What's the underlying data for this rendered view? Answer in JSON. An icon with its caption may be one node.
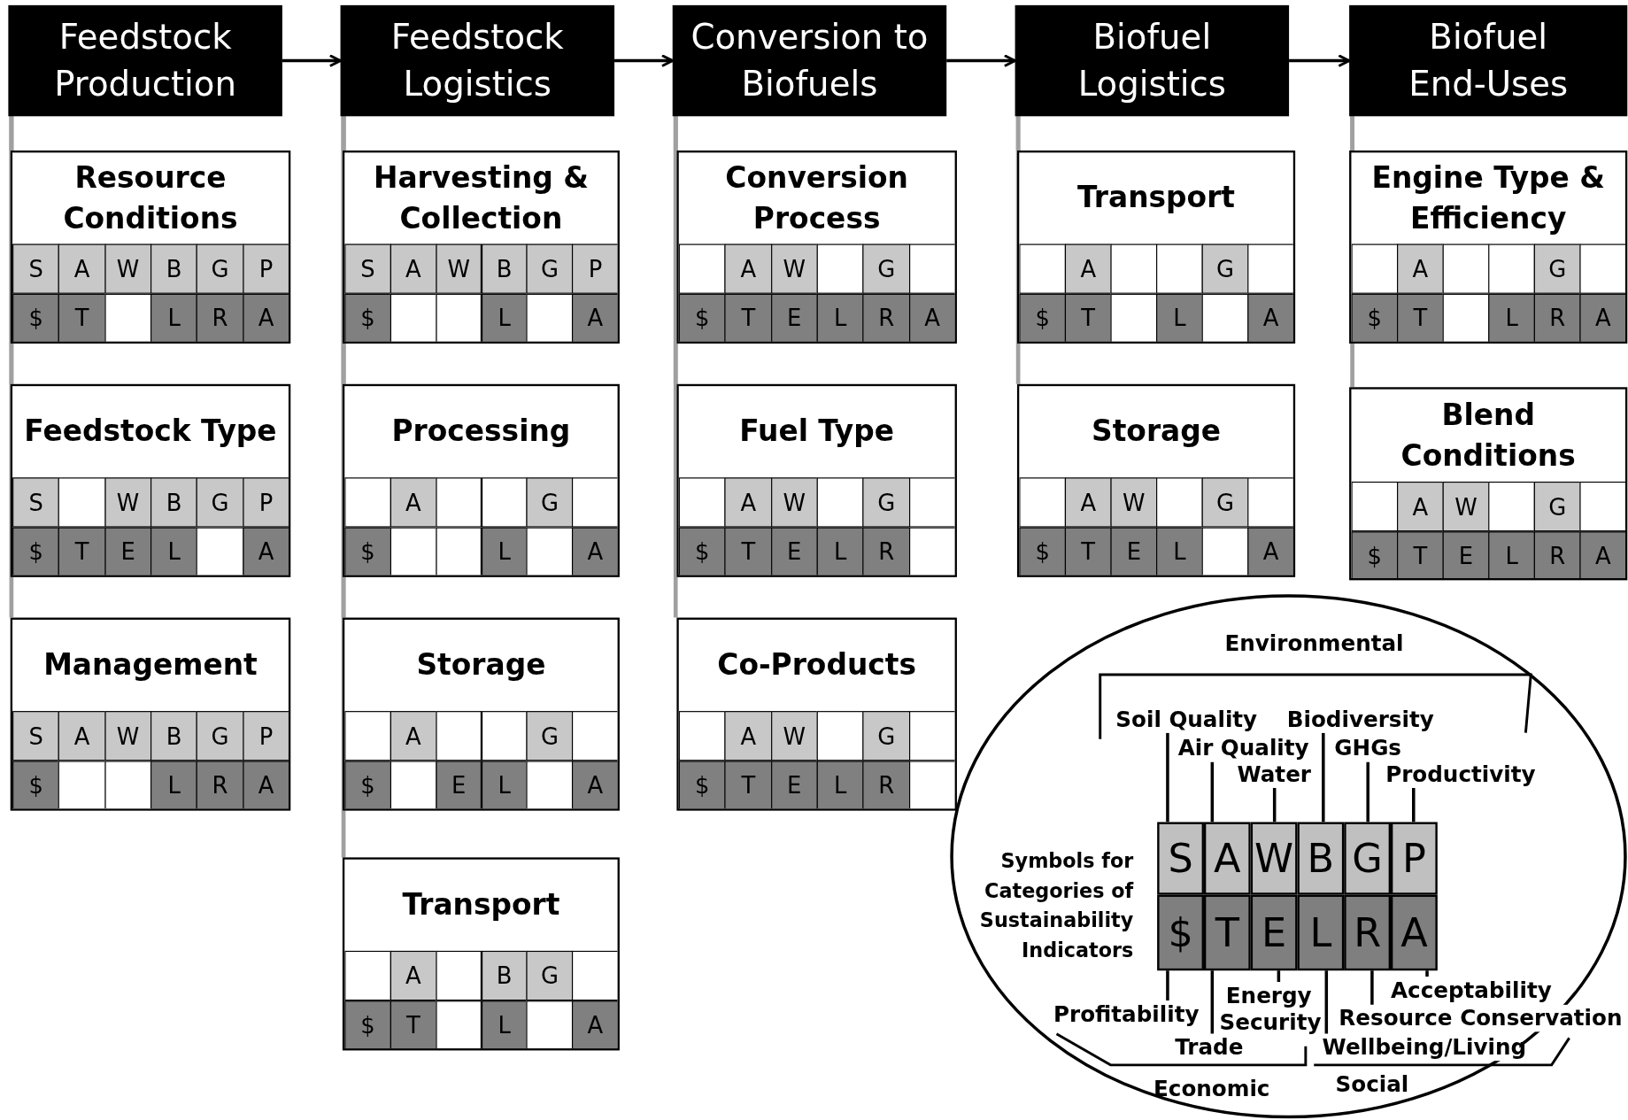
{
  "diagram": {
    "nodes": [
      {
        "text": [
          "Feedstock Production"
        ]
      },
      {
        "text": [
          "Feedstock Logistics"
        ]
      },
      {
        "text": [
          "Conversion to Biofuels"
        ]
      },
      {
        "text": [
          "Biofuel Logistics"
        ]
      },
      {
        "text": [
          "Biofuel End-Uses"
        ]
      },
      {
        "text": [
          "Resource Conditions"
        ]
      },
      {
        "text": [
          "Feedstock Type"
        ]
      },
      {
        "text": [
          "Management"
        ]
      },
      {
        "text": [
          "Harvesting & Collection"
        ]
      },
      {
        "text": [
          "Processing"
        ]
      },
      {
        "text": [
          "Storage"
        ]
      },
      {
        "text": [
          "Transport"
        ]
      },
      {
        "text": [
          "Conversion Process"
        ]
      },
      {
        "text": [
          "Fuel Type"
        ]
      },
      {
        "text": [
          "Co-Products"
        ]
      },
      {
        "text": [
          "Transport"
        ]
      },
      {
        "text": [
          "Storage"
        ]
      },
      {
        "text": [
          "Engine Type & Efficiency"
        ]
      },
      {
        "text": [
          "Blend Conditions"
        ]
      },
      {
        "text": [
          "Environmental",
          "Symbols for Categories of Sustainability Indicators",
          "Economic",
          "Social"
        ]
      },
      {
        "text": [
          "S"
        ],
        "in": 19
      },
      {
        "text": [
          "A"
        ],
        "in": 19
      },
      {
        "text": [
          "W"
        ],
        "in": 19
      },
      {
        "text": [
          "B"
        ],
        "in": 19
      },
      {
        "text": [
          "G"
        ],
        "in": 19
      },
      {
        "text": [
          "P"
        ],
        "in": 19
      },
      {
        "text": [
          "$"
        ],
        "in": 19
      },
      {
        "text": [
          "T"
        ],
        "in": 19
      },
      {
        "text": [
          "E"
        ],
        "in": 19
      },
      {
        "text": [
          "L"
        ],
        "in": 19
      },
      {
        "text": [
          "R"
        ],
        "in": 19
      },
      {
        "text": [
          "A"
        ],
        "in": 19
      },
      {
        "text": [
          "Soil Quality"
        ],
        "in": 19
      },
      {
        "text": [
          "Biodiversity"
        ],
        "in": 19
      },
      {
        "text": [
          "Air Quality"
        ],
        "in": 19
      },
      {
        "text": [
          "GHGs"
        ],
        "in": 19
      },
      {
        "text": [
          "Water"
        ],
        "in": 19
      },
      {
        "text": [
          "Productivity"
        ],
        "in": 19
      },
      {
        "text": [
          "Energy Security"
        ],
        "in": 19
      },
      {
        "text": [
          "Acceptability"
        ],
        "in": 19
      },
      {
        "text": [
          "Profitability"
        ],
        "in": 19
      },
      {
        "text": [
          "Resource Conservation"
        ],
        "in": 19
      },
      {
        "text": [
          "Trade"
        ],
        "in": 19
      },
      {
        "text": [
          "Wellbeing/Living"
        ],
        "in": 19
      }
    ],
    "edges": [
      {
        "from": 0,
        "to": 1,
        "arrow": "to"
      },
      {
        "from": 1,
        "to": 2,
        "arrow": "to"
      },
      {
        "from": 2,
        "to": 3,
        "arrow": "to"
      },
      {
        "from": 3,
        "to": 4,
        "arrow": "to"
      },
      {
        "from": 0,
        "to": 5,
        "arrow": "none",
        "color": "#a0a0a0"
      },
      {
        "from": 0,
        "to": 6,
        "arrow": "none",
        "color": "#a0a0a0"
      },
      {
        "from": 0,
        "to": 7,
        "arrow": "none",
        "color": "#a0a0a0"
      },
      {
        "from": 1,
        "to": 8,
        "arrow": "none",
        "color": "#a0a0a0"
      },
      {
        "from": 1,
        "to": 9,
        "arrow": "none",
        "color": "#a0a0a0"
      },
      {
        "from": 1,
        "to": 10,
        "arrow": "none",
        "color": "#a0a0a0"
      },
      {
        "from": 1,
        "to": 11,
        "arrow": "none",
        "color": "#a0a0a0"
      },
      {
        "from": 2,
        "to": 12,
        "arrow": "none",
        "color": "#a0a0a0"
      },
      {
        "from": 2,
        "to": 13,
        "arrow": "none",
        "color": "#a0a0a0"
      },
      {
        "from": 2,
        "to": 14,
        "arrow": "none",
        "color": "#a0a0a0"
      },
      {
        "from": 3,
        "to": 15,
        "arrow": "none",
        "color": "#a0a0a0"
      },
      {
        "from": 3,
        "to": 16,
        "arrow": "none",
        "color": "#a0a0a0"
      },
      {
        "from": 4,
        "to": 17,
        "arrow": "none",
        "color": "#a0a0a0"
      },
      {
        "from": 4,
        "to": 18,
        "arrow": "none",
        "color": "#a0a0a0"
      },
      {
        "from": 32,
        "to": 20,
        "arrow": "none"
      },
      {
        "from": 33,
        "to": 23,
        "arrow": "none"
      },
      {
        "from": 34,
        "to": 21,
        "arrow": "none"
      },
      {
        "from": 35,
        "to": 24,
        "arrow": "none"
      },
      {
        "from": 36,
        "to": 22,
        "arrow": "none"
      },
      {
        "from": 37,
        "to": 25,
        "arrow": "none"
      },
      {
        "from": 38,
        "to": 28,
        "arrow": "none"
      },
      {
        "from": 39,
        "to": 31,
        "arrow": "none"
      },
      {
        "from": 40,
        "to": 26,
        "arrow": "none"
      },
      {
        "from": 41,
        "to": 30,
        "arrow": "none"
      },
      {
        "from": 42,
        "to": 27,
        "arrow": "none"
      },
      {
        "from": 43,
        "to": 29,
        "arrow": "none"
      }
    ],
    "labels": [
      "S",
      "A",
      "W",
      "B",
      "G",
      "P",
      "$",
      "T",
      "L",
      "R",
      "A",
      "S",
      "W",
      "B",
      "G",
      "P",
      "$",
      "T",
      "E",
      "L",
      "A",
      "S",
      "A",
      "W",
      "B",
      "G",
      "P",
      "$",
      "L",
      "R",
      "A",
      "S",
      "A",
      "W",
      "B",
      "G",
      "P",
      "$",
      "L",
      "A",
      "A",
      "G",
      "$",
      "L",
      "A",
      "A",
      "G",
      "$",
      "E",
      "L",
      "A",
      "A",
      "B",
      "G",
      "$",
      "T",
      "L",
      "A",
      "A",
      "W",
      "G",
      "$",
      "T",
      "E",
      "L",
      "R",
      "A",
      "A",
      "W",
      "G",
      "$",
      "T",
      "E",
      "L",
      "R",
      "A",
      "W",
      "G",
      "$",
      "T",
      "E",
      "L",
      "R",
      "A",
      "G",
      "$",
      "T",
      "L",
      "A",
      "A",
      "W",
      "G",
      "$",
      "T",
      "E",
      "L",
      "A",
      "A",
      "G",
      "$",
      "T",
      "L",
      "R",
      "A",
      "A",
      "W",
      "G",
      "$",
      "T",
      "E",
      "L",
      "R",
      "A"
    ]
  }
}
